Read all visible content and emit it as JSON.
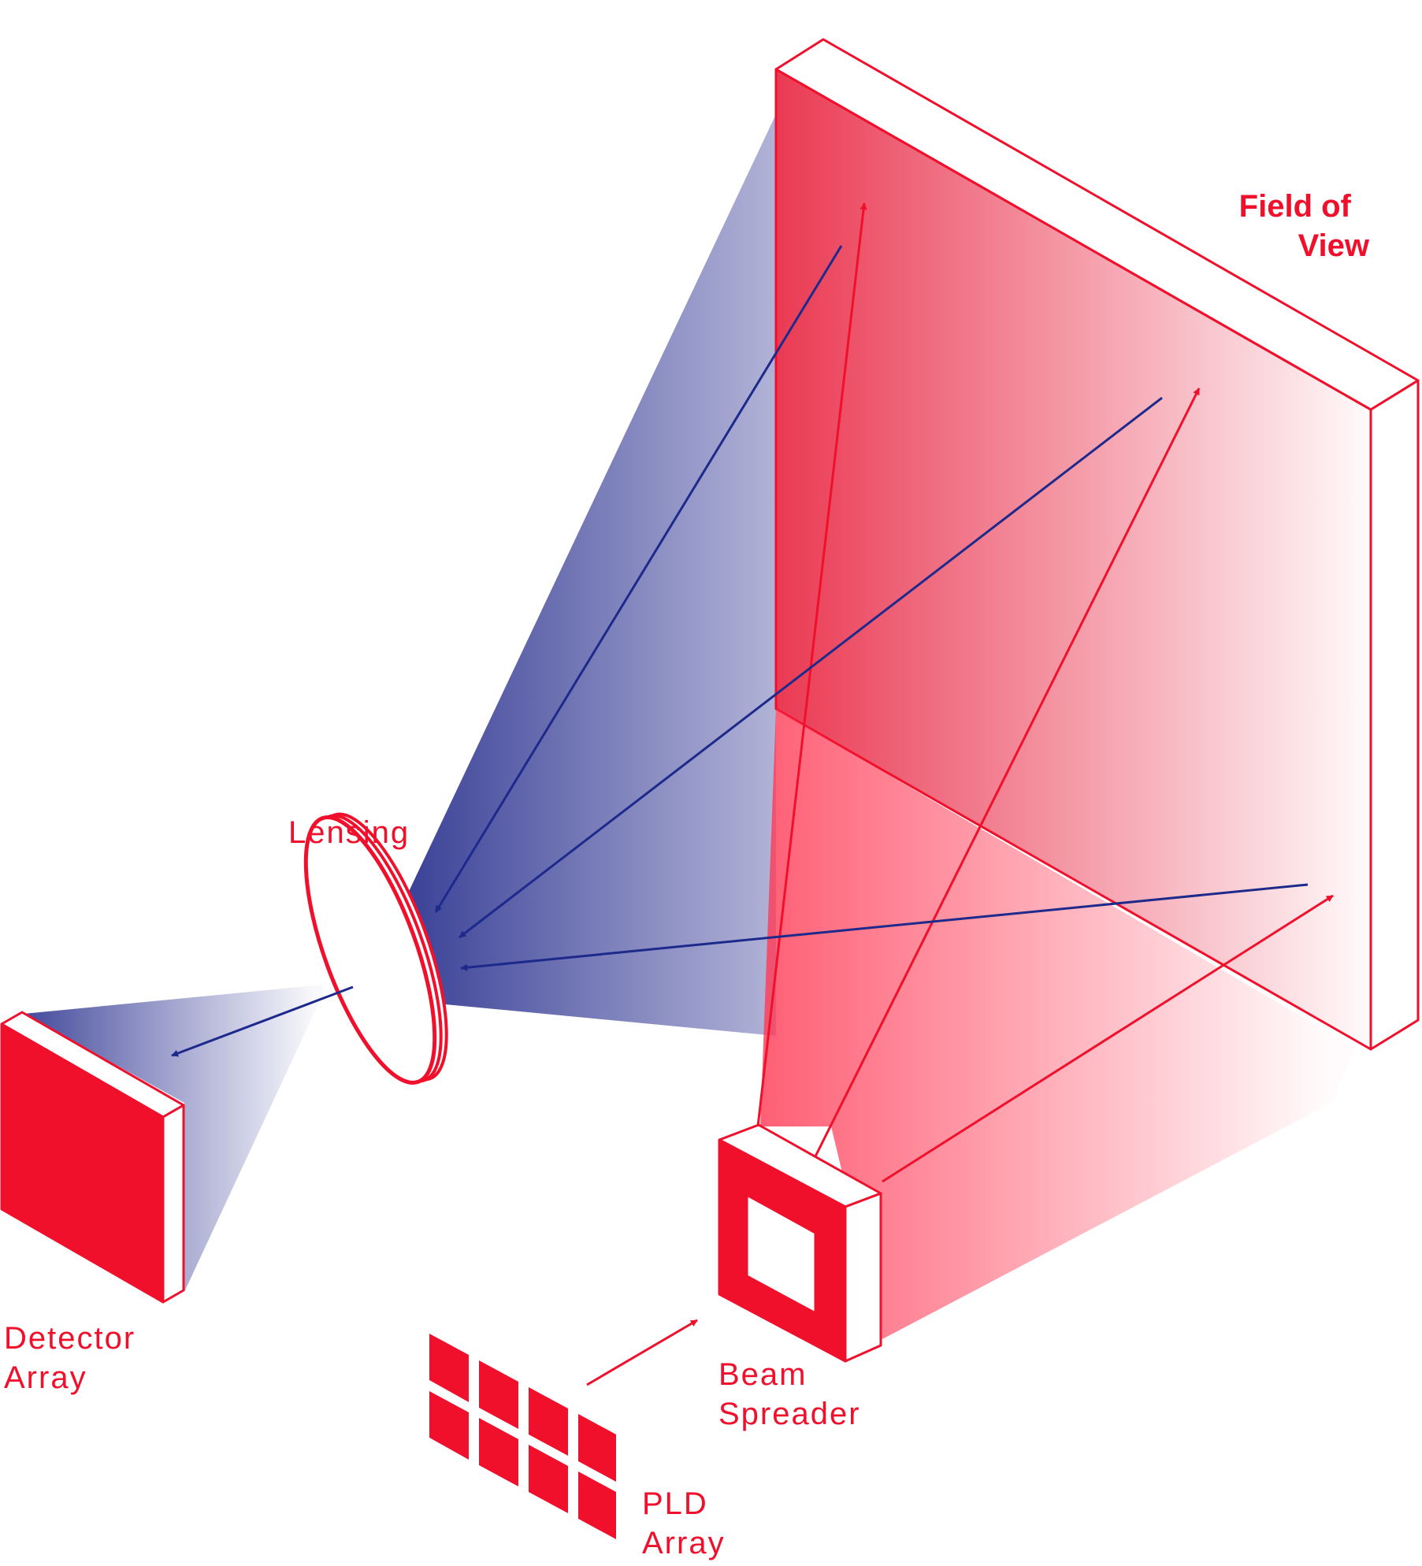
{
  "labels": {
    "field_of_view": [
      "Field of",
      "View"
    ],
    "lensing": "Lensing",
    "detector_array": [
      "Detector",
      "Array"
    ],
    "beam_spreader": [
      "Beam",
      "Spreader"
    ],
    "pld_array": [
      "PLD",
      "Array"
    ]
  },
  "colors": {
    "laser_red": "#f0102c",
    "return_blue": "#1d2a8c",
    "blue_fill": "#3a3f99",
    "background": "#ffffff"
  },
  "icons": {
    "field_of_view": "flat-panel-target",
    "lensing": "lens-disc",
    "detector_array": "sensor-block",
    "beam_spreader": "square-frame-box",
    "pld_array": "laser-grid"
  }
}
